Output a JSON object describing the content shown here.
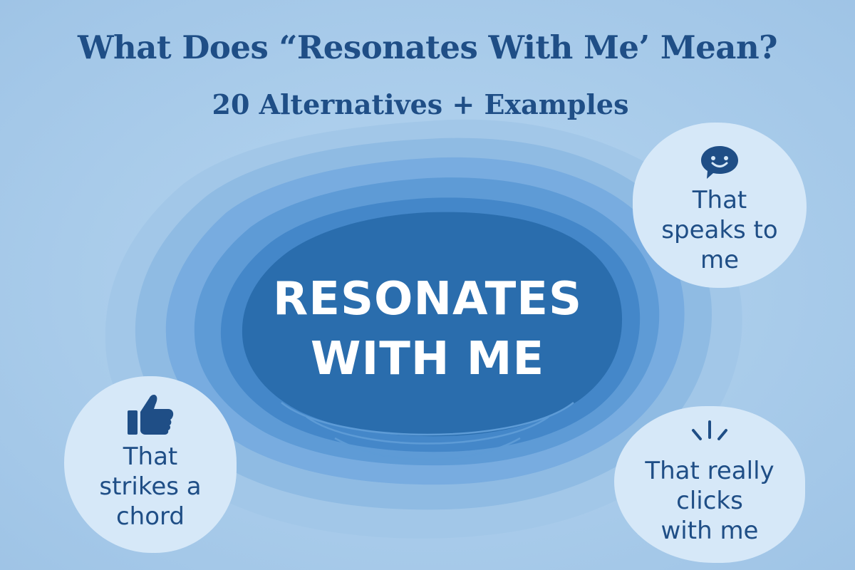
{
  "header": {
    "title": "What Does “Resonates With Me’ Mean?",
    "subtitle": "20 Alternatives + Examples"
  },
  "center": {
    "line1": "RESONATES",
    "line2": "WITH ME"
  },
  "bubbles": {
    "speaks": {
      "icon": "smiling-speech-bubble-icon",
      "lines": [
        "That",
        "speaks to",
        "me"
      ]
    },
    "strikes": {
      "icon": "thumbs-up-icon",
      "lines": [
        "That",
        "strikes a",
        "chord"
      ]
    },
    "clicks": {
      "icon": "burst-lines-icon",
      "lines": [
        "That really",
        "clicks",
        "with me"
      ]
    }
  },
  "colors": {
    "background": "#a9cdec",
    "text_dark_blue": "#1f4e86",
    "ripple_core": "#1f64a4",
    "bubble_fill": "#d6e8f8",
    "center_text": "#ffffff"
  }
}
